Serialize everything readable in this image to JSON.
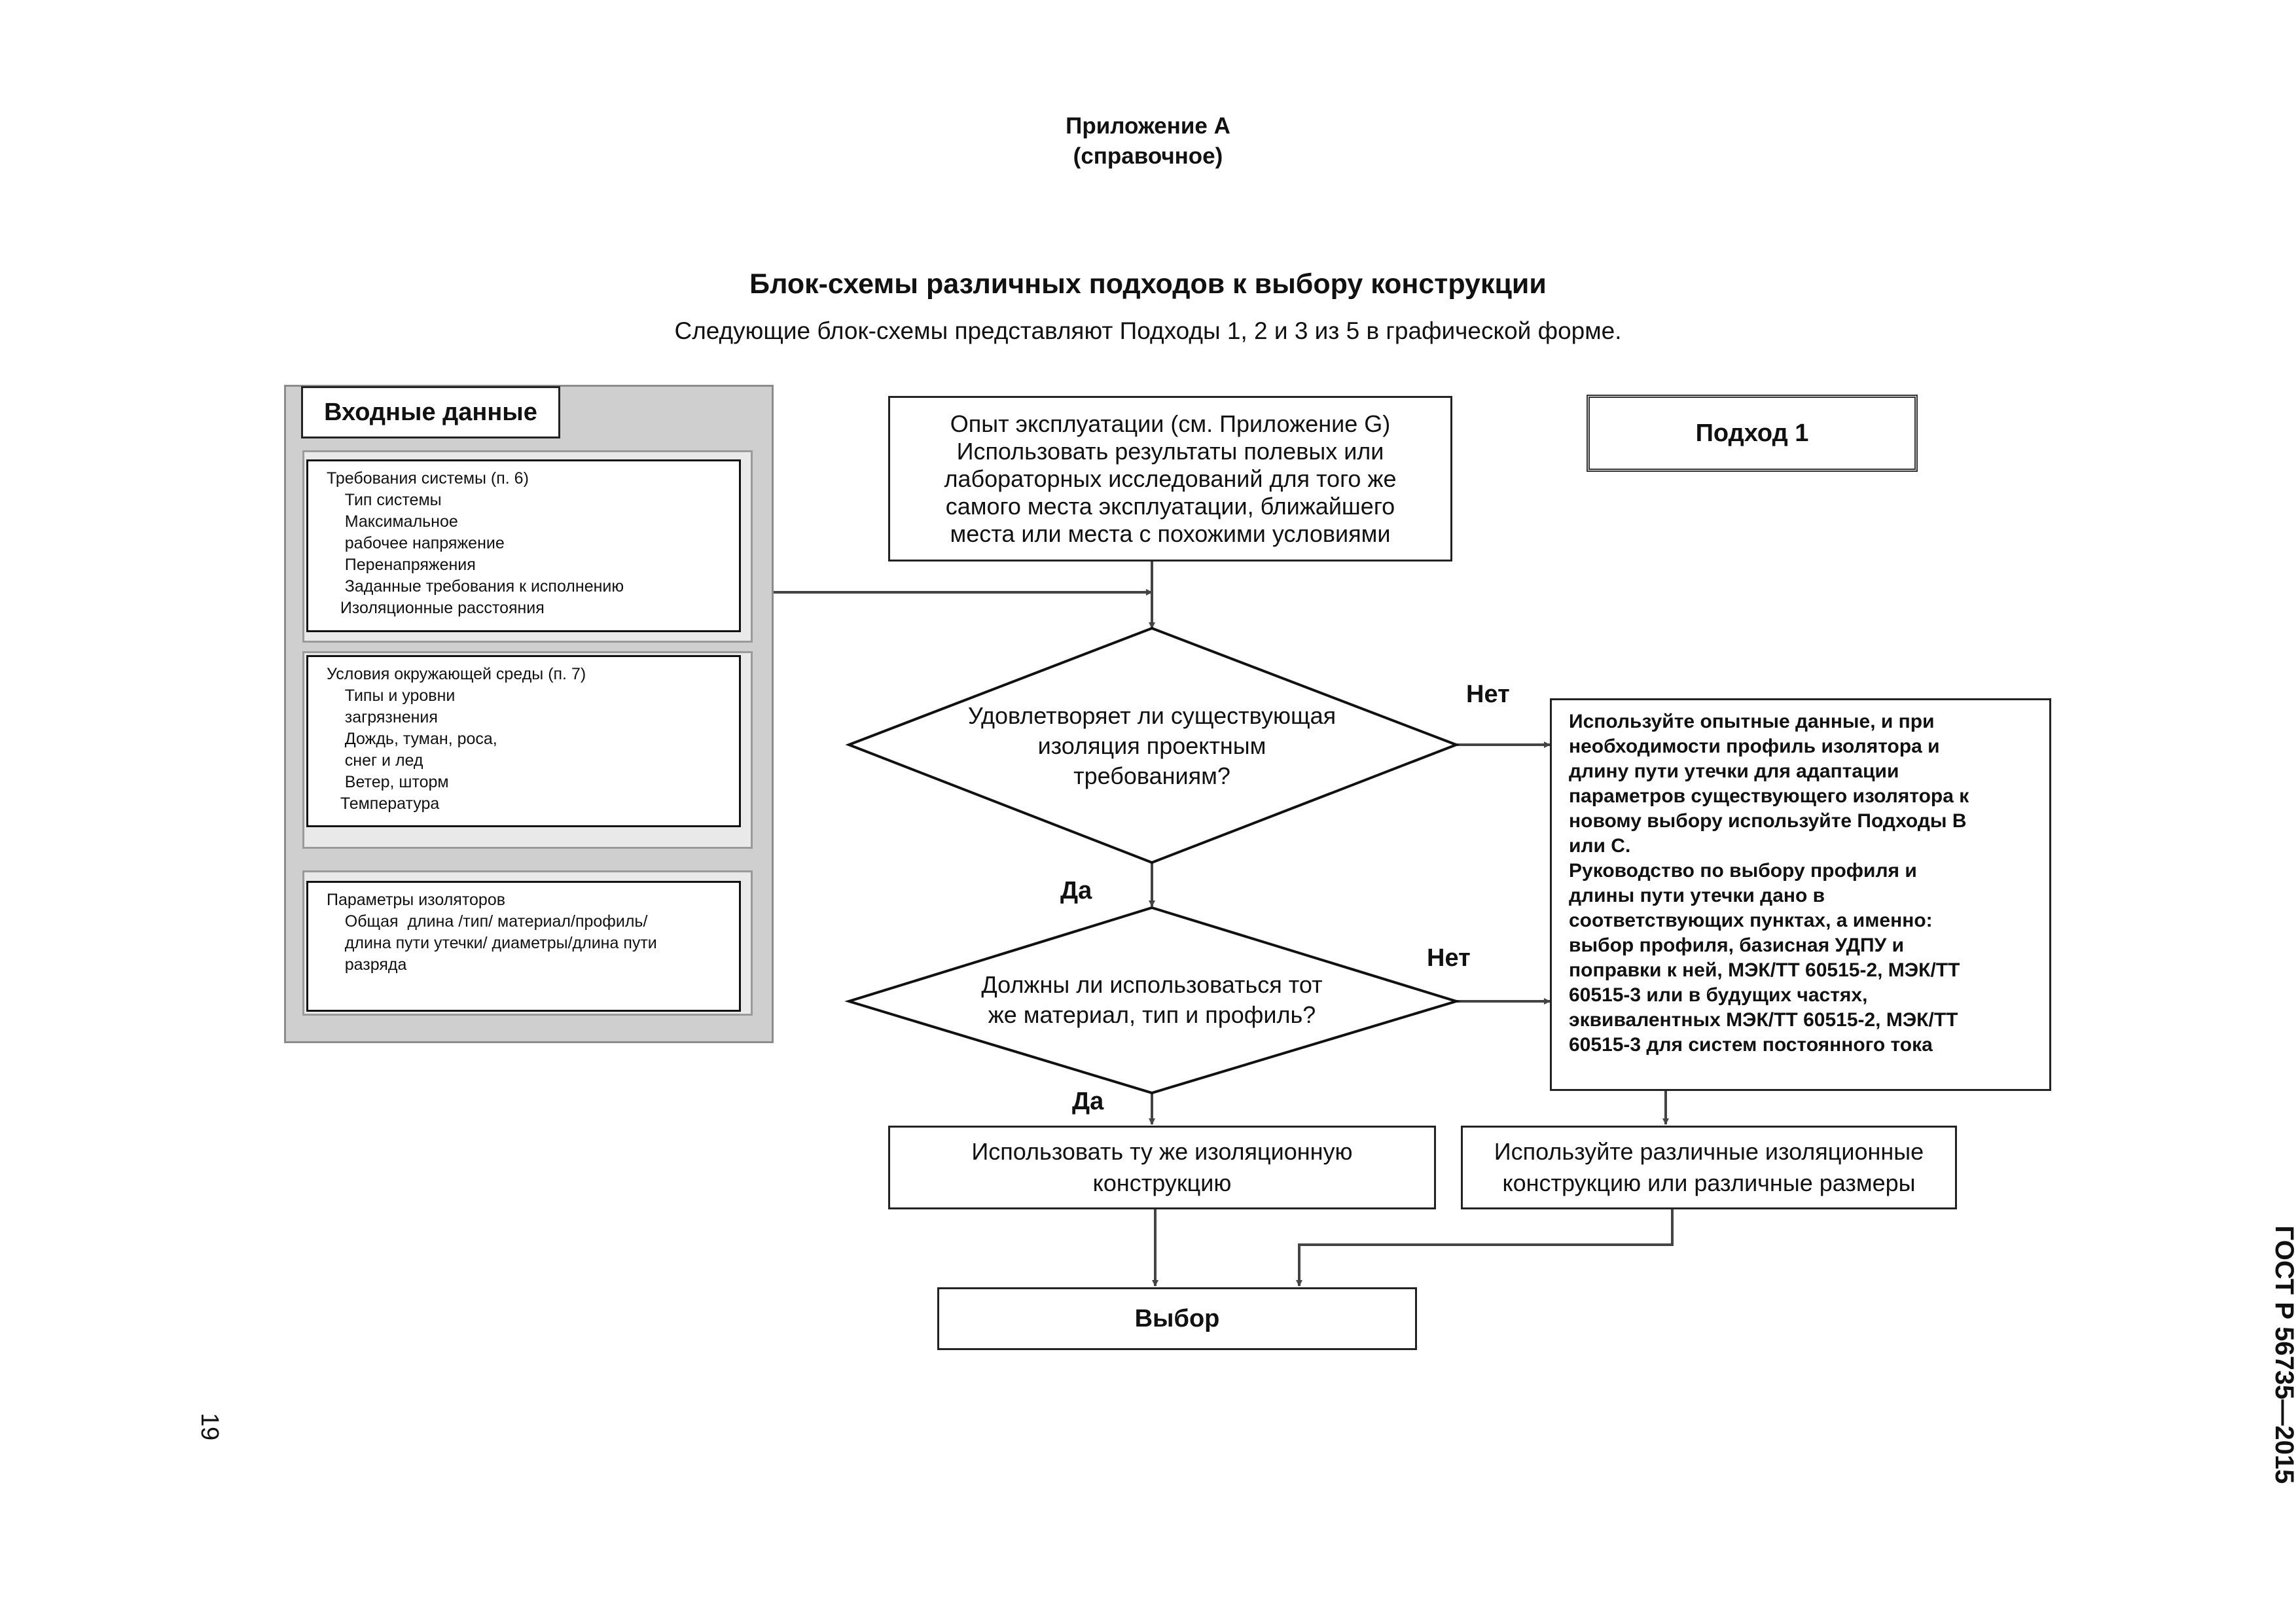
{
  "annex": {
    "line1": "Приложение А",
    "line2": "(справочное)"
  },
  "title": "Блок-схемы различных подходов к выбору конструкции",
  "subtitle": "Следующие блок-схемы представляют Подходы 1, 2 и 3 из  5 в графической форме.",
  "inputs": {
    "header": "Входные данные",
    "system": "Требования системы (п. 6)\n    Тип системы\n    Максимальное\n    рабочее напряжение\n    Перенапряжения\n    Заданные требования к исполнению\n   Изоляционные расстояния",
    "environment": "Условия окружающей среды (п. 7)\n    Типы и уровни\n    загрязнения\n    Дождь, туман, роса,\n    снег и лед\n    Ветер, шторм\n   Температура",
    "insulators": "Параметры изоляторов\n    Общая  длина /тип/ материал/профиль/\n    длина пути утечки/ диаметры/длина пути\n    разряда"
  },
  "experience_box": "Опыт эксплуатации (см. Приложение G)\nИспользовать результаты полевых или\nлабораторных исследований для того же\nсамого места эксплуатации, ближайшего\nместа или места с похожими условиями",
  "approach_label": "Подход 1",
  "decision1": "Удовлетворяет ли существующая\nизоляция  проектным\nтребованиям?",
  "decision2": "Должны ли использоваться тот\nже материал, тип и профиль?",
  "no_label": "Нет",
  "yes_label": "Да",
  "advice_box": "Используйте опытные данные, и при\nнеобходимости профиль изолятора и\nдлину пути утечки для адаптации\nпараметров существующего изолятора к\nновому выбору используйте Подходы В\nили С.\nРуководство по выбору профиля и\nдлины пути утечки дано в\nсоответствующих пунктах, а именно:\nвыбор профиля, базисная УДПУ и\nпоправки к ней, МЭК/ТТ 60515-2, МЭК/ТТ\n60515-3 или в будущих частях,\nэквивалентных МЭК/ТТ 60515-2, МЭК/ТТ\n60515-3 для систем постоянного тока",
  "same_box": "Использовать ту же изоляционную\nконструкцию",
  "diff_box": "Используйте различные изоляционные\nконструкцию или различные размеры",
  "choice_box": "Выбор",
  "side_label": "ГОСТ Р 56735—2015",
  "page_number": "19"
}
